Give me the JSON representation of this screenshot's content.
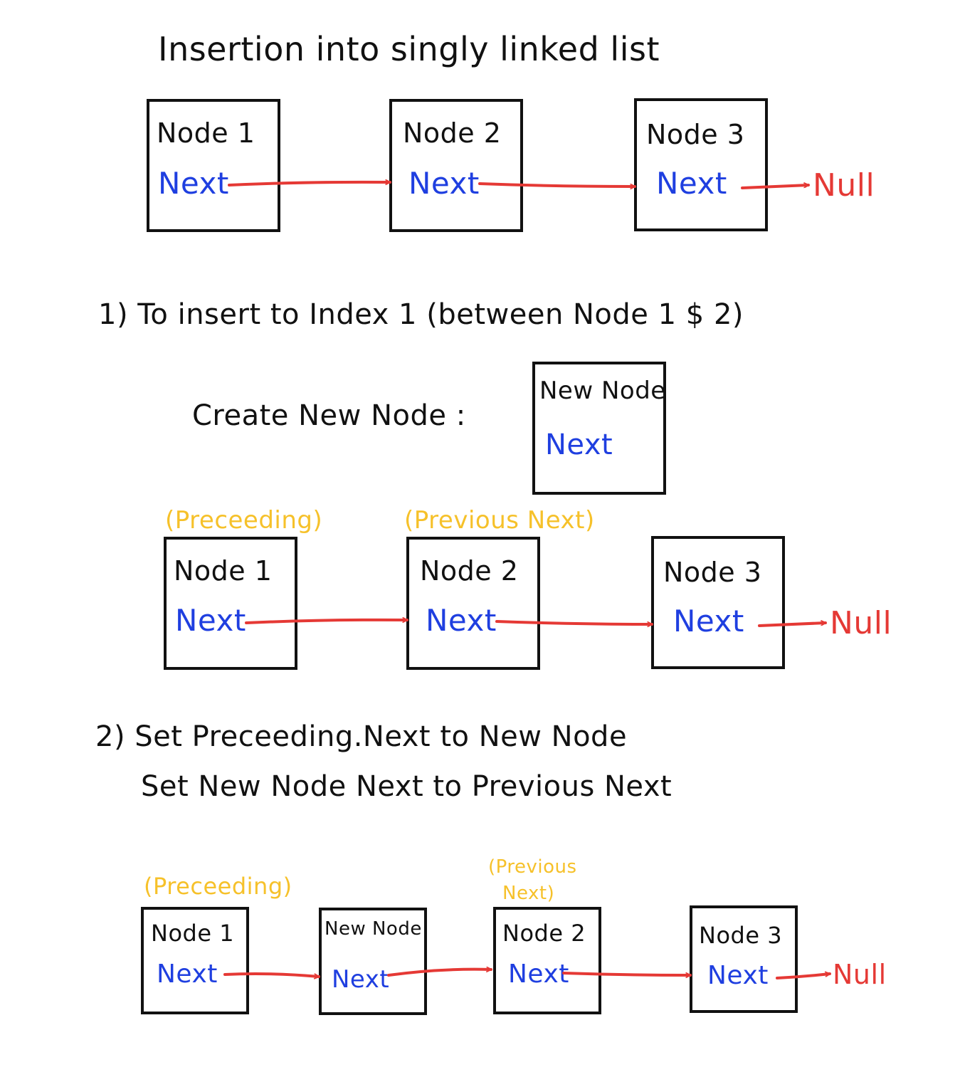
{
  "title": "Insertion into singly linked list",
  "colors": {
    "ink": "#111111",
    "next_text": "#1f3fe0",
    "arrow": "#e53935",
    "annotation": "#f6c12a"
  },
  "initial_list": {
    "nodes": [
      {
        "name": "Node 1",
        "pointer": "Next"
      },
      {
        "name": "Node 2",
        "pointer": "Next"
      },
      {
        "name": "Node 3",
        "pointer": "Next"
      }
    ],
    "null_label": "Null"
  },
  "step1": {
    "heading": "1) To insert to Index 1 (between Node 1 $ 2)",
    "create_label": "Create New Node :",
    "new_node": {
      "name": "New Node",
      "pointer": "Next"
    },
    "list": {
      "nodes": [
        {
          "name": "Node 1",
          "pointer": "Next",
          "annotation": "(Preceeding)"
        },
        {
          "name": "Node 2",
          "pointer": "Next",
          "annotation": "(Previous Next)"
        },
        {
          "name": "Node 3",
          "pointer": "Next"
        }
      ],
      "null_label": "Null"
    }
  },
  "step2": {
    "line1": "2) Set Preceeding.Next to New Node",
    "line2": "Set New Node Next to Previous Next",
    "list": {
      "nodes": [
        {
          "name": "Node 1",
          "pointer": "Next",
          "annotation": "(Preceeding)"
        },
        {
          "name": "New Node",
          "pointer": "Next"
        },
        {
          "name": "Node 2",
          "pointer": "Next",
          "annotation_line1": "(Previous",
          "annotation_line2": "Next)"
        },
        {
          "name": "Node 3",
          "pointer": "Next"
        }
      ],
      "null_label": "Null"
    }
  }
}
